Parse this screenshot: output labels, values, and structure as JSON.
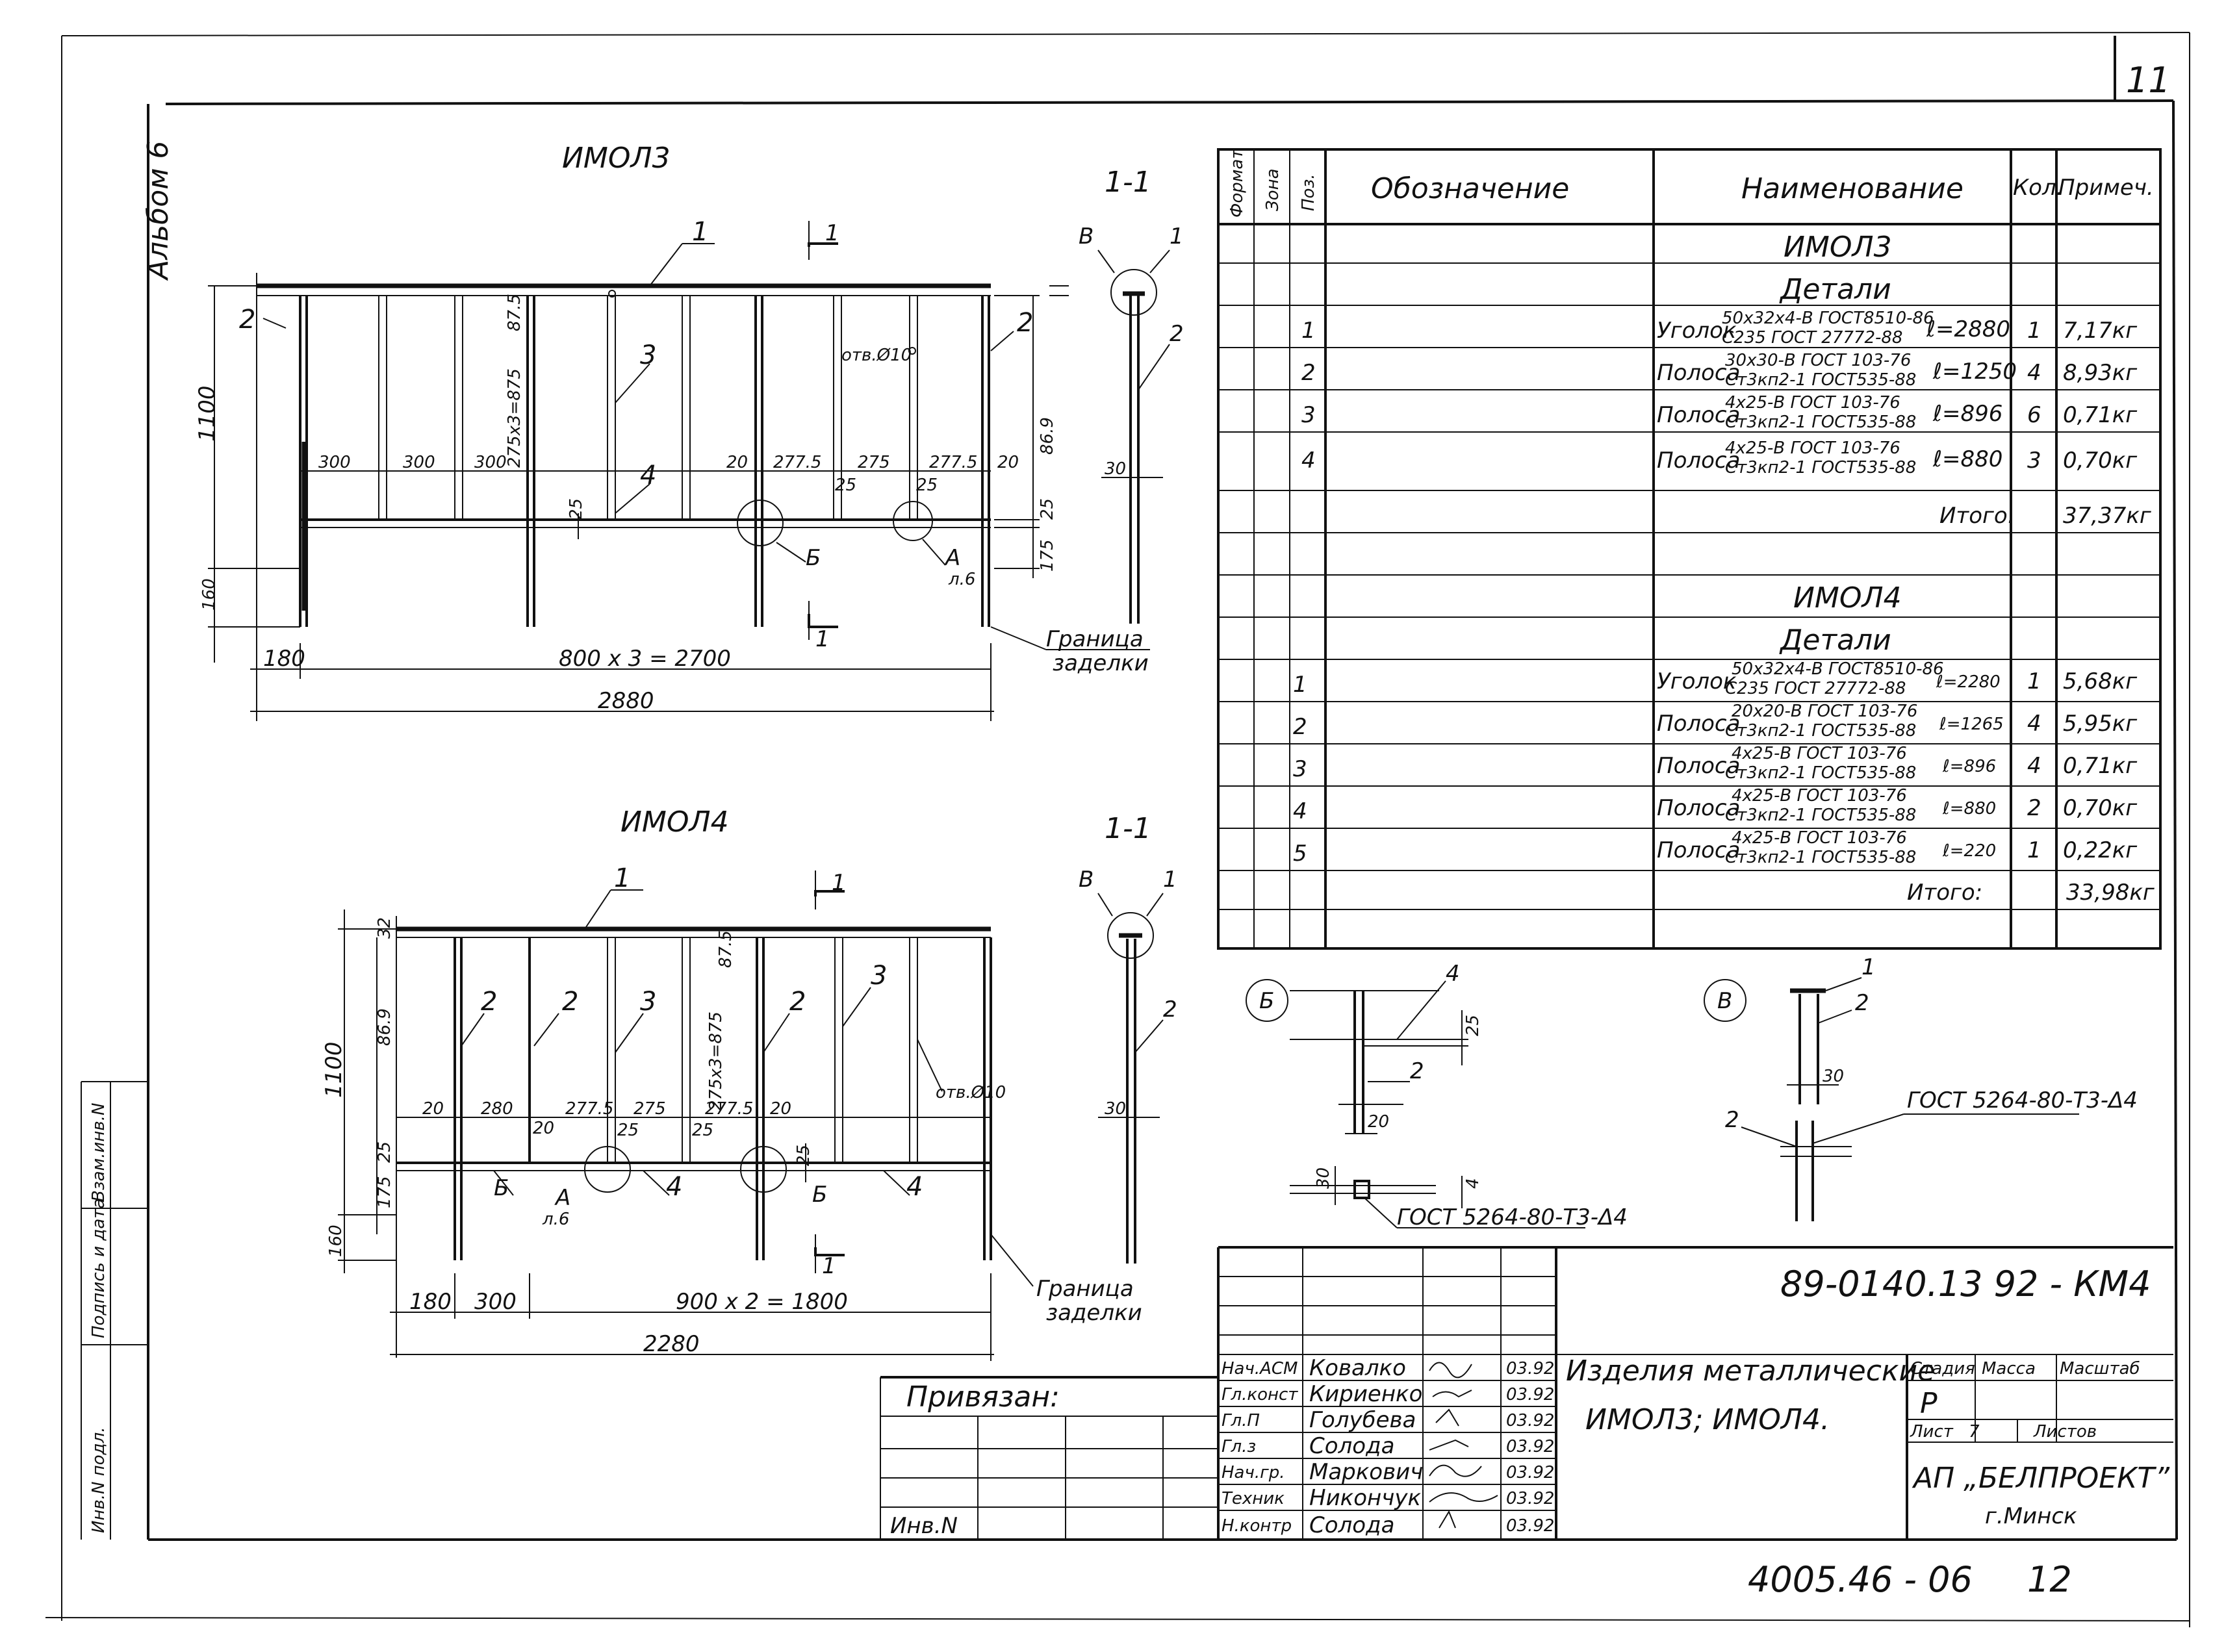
{
  "sheet": {
    "page_no": "11",
    "album": "Альбом 6",
    "code": "89-0140.13 92 - КМ4",
    "doc_no": "4005.46 - 06",
    "sheet_no": "12"
  },
  "drawing1": {
    "title": "ИМОЛ3",
    "section": "1-1",
    "dims": {
      "h1100": "1100",
      "h160": "160",
      "d180": "180",
      "span": "800 x 3 = 2700",
      "total": "2880",
      "d300a": "300",
      "d300b": "300",
      "d300c": "300",
      "v27533": "275x3=875",
      "v875": "87.5",
      "d20a": "20",
      "d2775a": "277.5",
      "d275": "275",
      "d2775b": "277.5",
      "d20b": "20",
      "d25a": "25",
      "d25b": "25",
      "d25c": "25",
      "h869": "86.9",
      "h25": "25",
      "h175": "175",
      "h30": "30",
      "hole": "отв.Ø10"
    },
    "labels": {
      "p1": "1",
      "p2a": "2",
      "p2b": "2",
      "p3": "3",
      "p4": "4",
      "sec1a": "1",
      "sec1b": "1",
      "callout_b": "Б",
      "callout_a": "А",
      "callout_a_sub": "л.6",
      "boundary_line1": "Граница",
      "boundary_line2": "заделки",
      "sec_v": "В",
      "sec_p1": "1",
      "sec_p2": "2"
    }
  },
  "drawing2": {
    "title": "ИМОЛ4",
    "section": "1-1",
    "dims": {
      "h1100": "1100",
      "h160": "160",
      "d180": "180",
      "d300": "300",
      "span": "900 x 2 = 1800",
      "total": "2280",
      "h32": "32",
      "h869": "86.9",
      "d20a": "20",
      "d280": "280",
      "d2775a": "277.5",
      "d275": "275",
      "d2775b": "277.5",
      "d20b": "20",
      "d20c": "20",
      "d25a": "25",
      "d25b": "25",
      "d25c": "25",
      "v27533": "275x3=875",
      "v875": "87.5",
      "h175": "175",
      "h25": "25",
      "h30": "30",
      "hole": "отв.Ø10"
    },
    "labels": {
      "p1": "1",
      "p2a": "2",
      "p2b": "2",
      "p2c": "2",
      "p3a": "3",
      "p3b": "3",
      "p4a": "4",
      "p4b": "4",
      "b1": "Б",
      "b2": "Б",
      "a": "А",
      "a_sub": "л.6",
      "sec1a": "1",
      "sec1b": "1",
      "boundary_line1": "Граница",
      "boundary_line2": "заделки",
      "sec_v": "В",
      "sec_p1": "1",
      "sec_p2": "2"
    }
  },
  "spec": {
    "headers": {
      "format": "Формат",
      "zone": "Зона",
      "pos": "Поз.",
      "designation": "Обозначение",
      "name": "Наименование",
      "qty": "Кол.",
      "note": "Примеч."
    },
    "group1": {
      "title": "ИМОЛ3",
      "subtitle": "Детали",
      "rows": [
        {
          "pos": "1",
          "kind": "Уголок",
          "top": "50x32x4-В ГОСТ8510-86",
          "bottom": "С235 ГОСТ 27772-88",
          "len": "ℓ=2880",
          "qty": "1",
          "mass": "7,17кг"
        },
        {
          "pos": "2",
          "kind": "Полоса",
          "top": "30x30-В ГОСТ 103-76",
          "bottom": "Ст3кп2-1 ГОСТ535-88",
          "len": "ℓ=1250",
          "qty": "4",
          "mass": "8,93кг"
        },
        {
          "pos": "3",
          "kind": "Полоса",
          "top": "4x25-В ГОСТ 103-76",
          "bottom": "Ст3кп2-1 ГОСТ535-88",
          "len": "ℓ=896",
          "qty": "6",
          "mass": "0,71кг"
        },
        {
          "pos": "4",
          "kind": "Полоса",
          "top": "4x25-В ГОСТ 103-76",
          "bottom": "Ст3кп2-1 ГОСТ535-88",
          "len": "ℓ=880",
          "qty": "3",
          "mass": "0,70кг"
        }
      ],
      "total_label": "Итого.",
      "total_value": "37,37кг"
    },
    "group2": {
      "title": "ИМОЛ4",
      "subtitle": "Детали",
      "rows": [
        {
          "pos": "1",
          "kind": "Уголок",
          "top": "50x32x4-В ГОСТ8510-86",
          "bottom": "С235 ГОСТ 27772-88",
          "len": "ℓ=2280",
          "qty": "1",
          "mass": "5,68кг"
        },
        {
          "pos": "2",
          "kind": "Полоса",
          "top": "20x20-В ГОСТ 103-76",
          "bottom": "Ст3кп2-1 ГОСТ535-88",
          "len": "ℓ=1265",
          "qty": "4",
          "mass": "5,95кг"
        },
        {
          "pos": "3",
          "kind": "Полоса",
          "top": "4x25-В ГОСТ 103-76",
          "bottom": "Ст3кп2-1 ГОСТ535-88",
          "len": "ℓ=896",
          "qty": "4",
          "mass": "0,71кг"
        },
        {
          "pos": "4",
          "kind": "Полоса",
          "top": "4x25-В ГОСТ 103-76",
          "bottom": "Ст3кп2-1 ГОСТ535-88",
          "len": "ℓ=880",
          "qty": "2",
          "mass": "0,70кг"
        },
        {
          "pos": "5",
          "kind": "Полоса",
          "top": "4x25-В ГОСТ 103-76",
          "bottom": "Ст3кп2-1 ГОСТ535-88",
          "len": "ℓ=220",
          "qty": "1",
          "mass": "0,22кг"
        }
      ],
      "total_label": "Итого:",
      "total_value": "33,98кг"
    }
  },
  "details": {
    "b": {
      "label": "Б",
      "d4": "4",
      "d25": "25",
      "d2": "2",
      "d20": "20",
      "w30": "30",
      "w4": "4",
      "gost": "ГОСТ 5264-80-Т3-Δ4"
    },
    "v": {
      "label": "В",
      "d1": "1",
      "d2a": "2",
      "d2b": "2",
      "d30": "30",
      "gost": "ГОСТ 5264-80-Т3-Δ4"
    }
  },
  "title_block": {
    "project_title_line1": "Изделия металлические",
    "project_title_line2": "ИМОЛ3; ИМОЛ4.",
    "stage_hdr": "Стадия",
    "mass_hdr": "Масса",
    "scale_hdr": "Масштаб",
    "stage": "Р",
    "sheet_label": "Лист",
    "sheet_value": "7",
    "sheets_label": "Листов",
    "org_line1": "АП „БЕЛПРОЕКТ”",
    "org_line2": "г.Минск",
    "signers": [
      {
        "role": "Нач.АСМ",
        "name": "Ковалко",
        "date": "03.92"
      },
      {
        "role": "Гл.конст",
        "name": "Кириенко",
        "date": "03.92"
      },
      {
        "role": "Гл.П",
        "name": "Голубева",
        "date": "03.92"
      },
      {
        "role": "Гл.з",
        "name": "Солода",
        "date": "03.92"
      },
      {
        "role": "Нач.гр.",
        "name": "Маркович",
        "date": "03.92"
      },
      {
        "role": "Техник",
        "name": "Никончук",
        "date": "03.92"
      },
      {
        "role": "Н.контр",
        "name": "Солода",
        "date": "03.92"
      }
    ],
    "privyazan": "Привязан:",
    "inv_no": "Инв.N"
  },
  "side_stamp": {
    "inv_orig": "Инв.N подл.",
    "sign_date": "Подпись и дата",
    "replace_inv": "Взам.инв.N"
  }
}
